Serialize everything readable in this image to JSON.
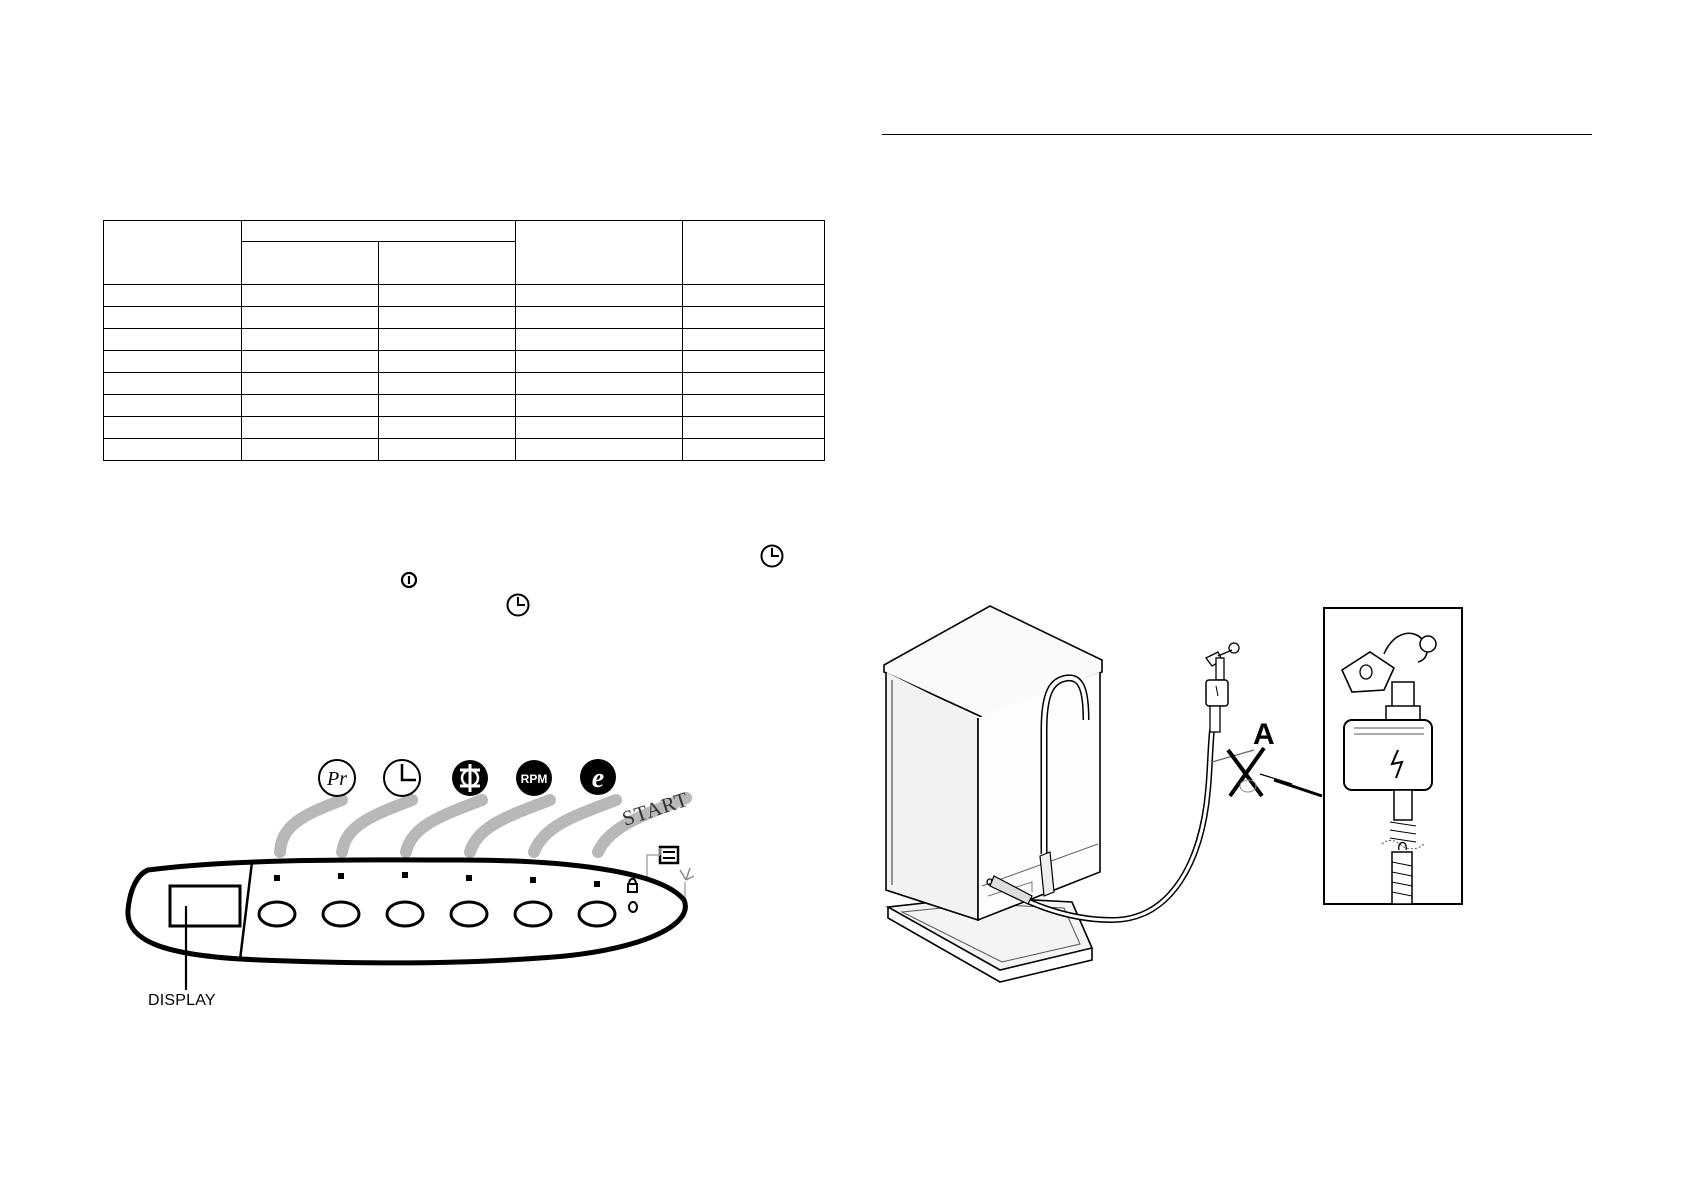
{
  "left_page": {
    "table": {
      "rows": 10,
      "columns": 5
    },
    "inline_icons": [
      "delay-timer-icon",
      "power-icon",
      "delay-timer-icon"
    ],
    "control_panel": {
      "button_icons": [
        "program-icon",
        "delay-timer-icon",
        "spin-icon",
        "rpm-icon",
        "eco-icon"
      ],
      "start_label": "START",
      "indicator_icons": [
        "lock-icon",
        "door-icon"
      ],
      "display_label": "DISPLAY"
    }
  },
  "right_page": {
    "illustration": {
      "callout_label": "A"
    }
  }
}
